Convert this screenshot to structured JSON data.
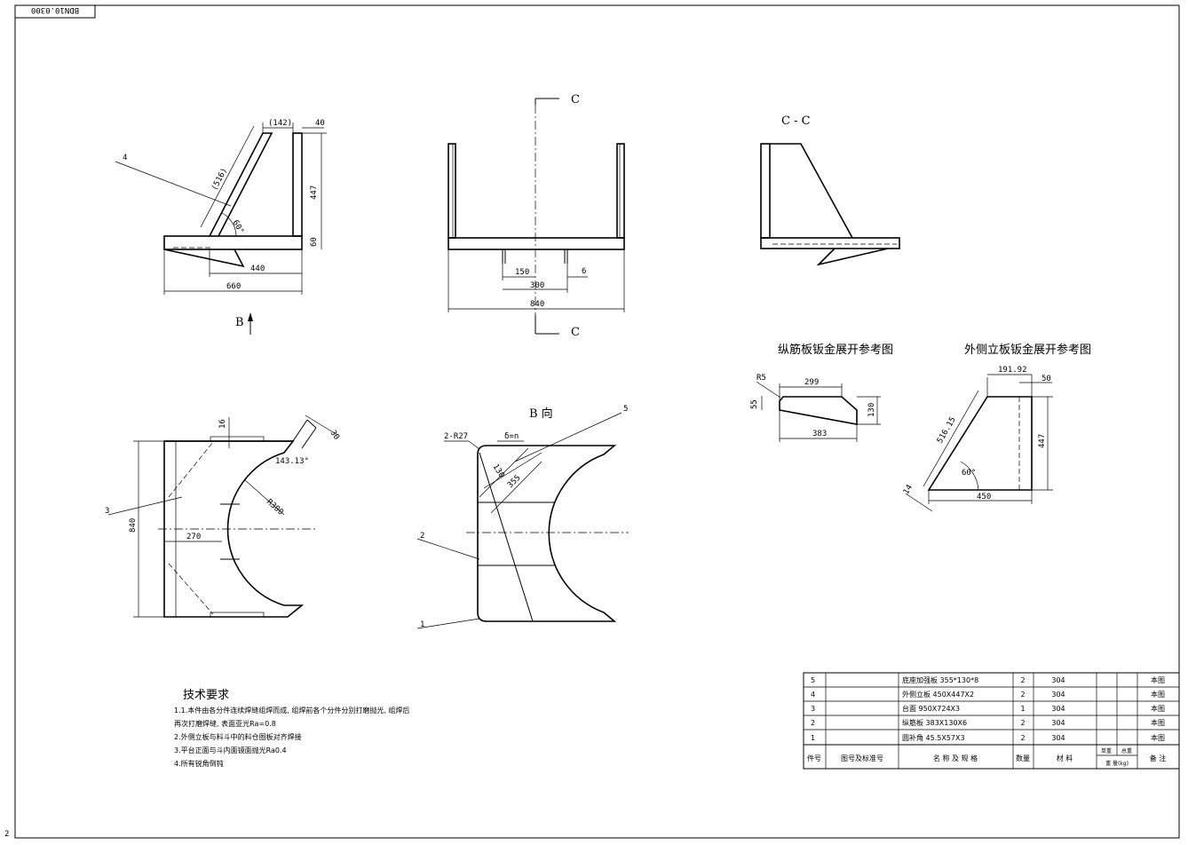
{
  "drawing_number": "BDN10.0300",
  "section_labels": {
    "c_top": "C",
    "c_bottom": "C",
    "section_title": "C - C",
    "b_view_top": "B",
    "b_view_title": "B  向"
  },
  "dims_side": {
    "d142": "(142)",
    "d40": "40",
    "d516": "(516)",
    "d447": "447",
    "a60": "60°",
    "d60": "60",
    "d440": "440",
    "d660": "660"
  },
  "dims_front": {
    "d150": "150",
    "d6": "6",
    "d300": "300",
    "d840": "840"
  },
  "dims_plan": {
    "d16": "16",
    "d30": "30",
    "a143": "143.13°",
    "r300": "R300",
    "d270": "270",
    "d840": "840"
  },
  "dims_bview": {
    "r27": "2-R27",
    "delta": "δ=n",
    "d130": "130",
    "d355": "355"
  },
  "callouts": {
    "c1": "1",
    "c2": "2",
    "c3": "3",
    "c4": "4",
    "c5": "5"
  },
  "flat_rib": {
    "title": "纵筋板钣金展开参考图",
    "r5": "R5",
    "d299": "299",
    "d55": "55",
    "d130": "130",
    "d383": "383"
  },
  "flat_side": {
    "title": "外侧立板钣金展开参考图",
    "d191": "191.92",
    "d50": "50",
    "d516": "516.15",
    "d447": "447",
    "a60": "60°",
    "d14": "14",
    "d450": "450"
  },
  "tech": {
    "title": "技术要求",
    "lines": [
      "1.1.本件由各分件连续焊缝组焊而成, 组焊前各个分件分别打磨抛光, 组焊后",
      "再次打磨焊缝, 表面亚光Ra=0.8",
      "2.外侧立板与料斗中的料仓图板对齐焊接",
      "3.平台正面与斗内面镜面抛光Ra0.4",
      "4.所有锐角倒钝"
    ]
  },
  "bom": {
    "rows": [
      {
        "no": "5",
        "drawing": "",
        "name": "底座加强板  355*130*8",
        "qty": "2",
        "material": "304",
        "unit": "",
        "total": "",
        "remark": "本图"
      },
      {
        "no": "4",
        "drawing": "",
        "name": "外侧立板  450X447X2",
        "qty": "2",
        "material": "304",
        "unit": "",
        "total": "",
        "remark": "本图"
      },
      {
        "no": "3",
        "drawing": "",
        "name": "台面  950X724X3",
        "qty": "1",
        "material": "304",
        "unit": "",
        "total": "",
        "remark": "本图"
      },
      {
        "no": "2",
        "drawing": "",
        "name": "纵筋板  383X130X6",
        "qty": "2",
        "material": "304",
        "unit": "",
        "total": "",
        "remark": "本图"
      },
      {
        "no": "1",
        "drawing": "",
        "name": "圆补角  45.5X57X3",
        "qty": "2",
        "material": "304",
        "unit": "",
        "total": "",
        "remark": "本图"
      }
    ],
    "header": {
      "no": "件号",
      "drawing": "图号及标准号",
      "name": "名 称 及 规 格",
      "qty": "数量",
      "material": "材  料",
      "unit": "单重",
      "total": "总重",
      "weight": "重 量(kg)",
      "remark": "备  注"
    }
  },
  "corner_mark": "2"
}
